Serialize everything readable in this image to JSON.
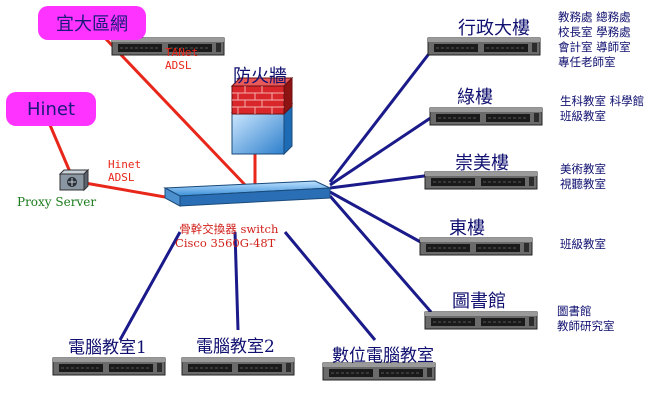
{
  "clouds": {
    "yilan": "宜大區網",
    "hinet": "Hinet"
  },
  "links": {
    "tanet": "TANet\nADSL",
    "hinet": "Hinet\nADSL"
  },
  "firewall": "防火牆",
  "proxy": "Proxy Server",
  "core_switch": {
    "line1": "骨幹交換器 switch",
    "line2": "Cisco 3560G-48T"
  },
  "buildings": [
    {
      "name": "行政大樓",
      "rooms": "教務處 總務處\n校長室 學務處\n會計室 導師室\n專任老師室"
    },
    {
      "name": "綠樓",
      "rooms": "生科教室 科學館\n班級教室"
    },
    {
      "name": "崇美樓",
      "rooms": "美術教室\n視聽教室"
    },
    {
      "name": "東樓",
      "rooms": "班級教室"
    },
    {
      "name": "圖書館",
      "rooms": "圖書館\n教師研究室"
    }
  ],
  "labs": [
    {
      "name": "電腦教室1"
    },
    {
      "name": "電腦教室2"
    },
    {
      "name": "數位電腦教室"
    }
  ],
  "colors": {
    "cloud": "#ff33ff",
    "wan_link": "#e8261a",
    "lan_link": "#1a1a8a",
    "text": "#101070"
  }
}
